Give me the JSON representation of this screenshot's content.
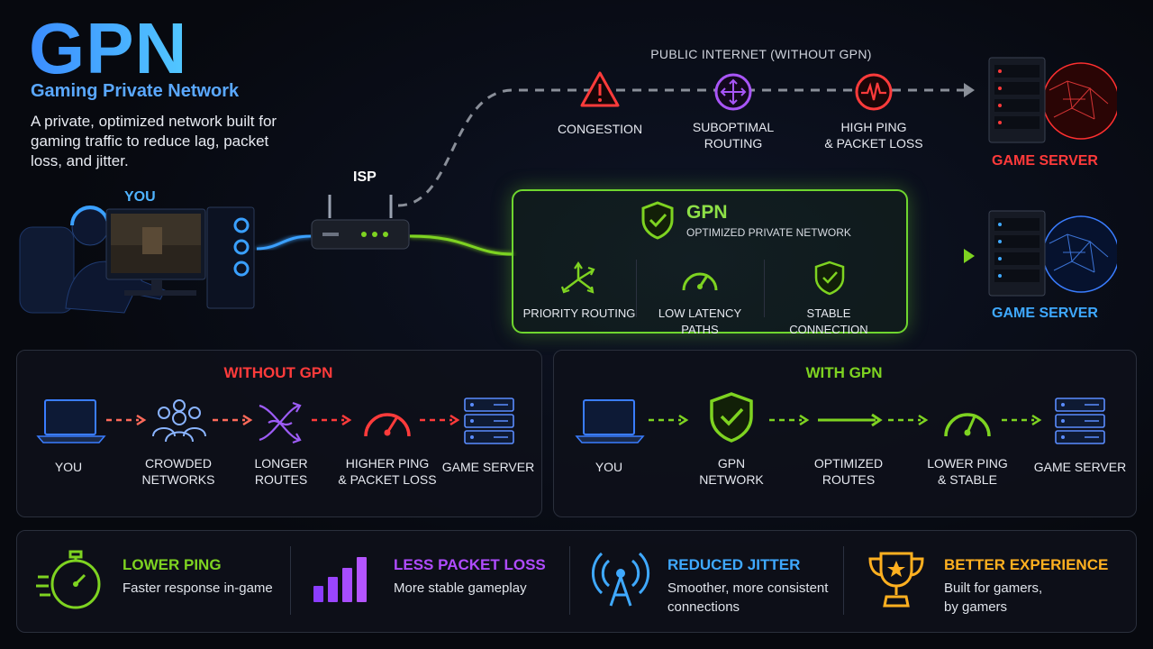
{
  "brand": {
    "title": "GPN",
    "subtitle": "Gaming Private Network",
    "description": "A private, optimized network built for gaming traffic to reduce lag, packet loss, and jitter."
  },
  "topology": {
    "you_label": "YOU",
    "isp_label": "ISP",
    "public_internet": {
      "title": "PUBLIC INTERNET (WITHOUT GPN)",
      "issues": [
        {
          "label_1": "CONGESTION",
          "label_2": "",
          "icon": "warning-icon",
          "color": "#ff3b3b"
        },
        {
          "label_1": "SUBOPTIMAL",
          "label_2": "ROUTING",
          "icon": "routing-arrows-icon",
          "color": "#a855f7"
        },
        {
          "label_1": "HIGH PING",
          "label_2": "& PACKET LOSS",
          "icon": "pulse-icon",
          "color": "#ff3b3b"
        }
      ],
      "server_label": "GAME SERVER"
    },
    "gpn": {
      "title": "GPN",
      "subtitle": "OPTIMIZED PRIVATE NETWORK",
      "features": [
        {
          "label": "PRIORITY ROUTING",
          "icon": "branching-arrows-icon"
        },
        {
          "label": "LOW LATENCY PATHS",
          "icon": "speedometer-icon"
        },
        {
          "label": "STABLE CONNECTION",
          "icon": "shield-check-icon"
        }
      ],
      "server_label": "GAME SERVER"
    }
  },
  "comparison": {
    "without": {
      "title": "WITHOUT GPN",
      "color": "#ff3b3b",
      "steps": [
        {
          "line_1": "YOU",
          "line_2": "",
          "icon": "laptop-icon"
        },
        {
          "line_1": "CROWDED",
          "line_2": "NETWORKS",
          "icon": "people-group-icon"
        },
        {
          "line_1": "LONGER",
          "line_2": "ROUTES",
          "icon": "crossed-arrows-icon"
        },
        {
          "line_1": "HIGHER PING",
          "line_2": "& PACKET LOSS",
          "icon": "speedometer-icon"
        },
        {
          "line_1": "GAME SERVER",
          "line_2": "",
          "icon": "server-rack-icon"
        }
      ]
    },
    "with": {
      "title": "WITH GPN",
      "color": "#7ed321",
      "steps": [
        {
          "line_1": "YOU",
          "line_2": "",
          "icon": "laptop-icon"
        },
        {
          "line_1": "GPN",
          "line_2": "NETWORK",
          "icon": "shield-check-icon"
        },
        {
          "line_1": "OPTIMIZED",
          "line_2": "ROUTES",
          "icon": "straight-arrow-icon"
        },
        {
          "line_1": "LOWER PING",
          "line_2": "& STABLE",
          "icon": "speedometer-icon"
        },
        {
          "line_1": "GAME SERVER",
          "line_2": "",
          "icon": "server-rack-icon"
        }
      ]
    }
  },
  "benefits": [
    {
      "title": "LOWER PING",
      "line_1": "Faster response in-game",
      "line_2": "",
      "color": "#7ed321",
      "icon": "stopwatch-icon"
    },
    {
      "title": "LESS PACKET LOSS",
      "line_1": "More stable gameplay",
      "line_2": "",
      "color": "#b04cff",
      "icon": "bar-chart-icon"
    },
    {
      "title": "REDUCED JITTER",
      "line_1": "Smoother, more consistent",
      "line_2": "connections",
      "color": "#3fa9ff",
      "icon": "broadcast-tower-icon"
    },
    {
      "title": "BETTER EXPERIENCE",
      "line_1": "Built for gamers,",
      "line_2": "by gamers",
      "color": "#ffb020",
      "icon": "trophy-icon"
    }
  ]
}
